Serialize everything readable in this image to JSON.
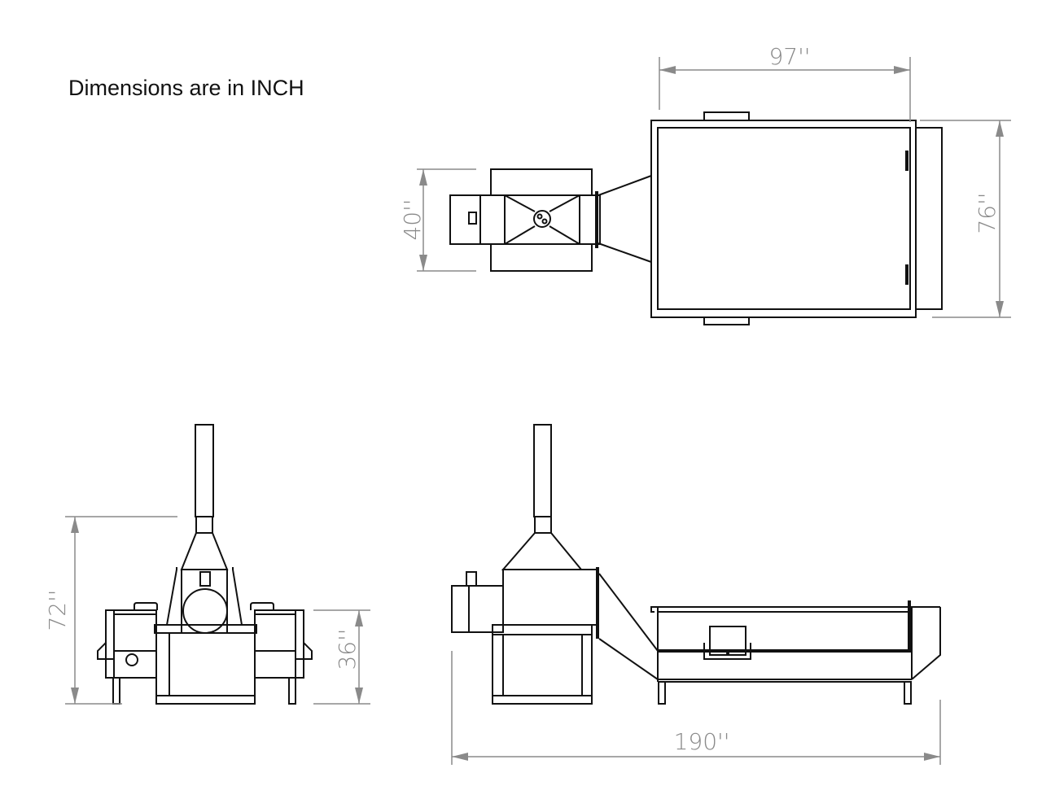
{
  "note": "Dimensions are in INCH",
  "dimensions": {
    "top_length": "97''",
    "top_width": "76''",
    "burner_width": "40''",
    "front_height": "72''",
    "front_tank_height": "36''",
    "overall_length": "190''"
  }
}
